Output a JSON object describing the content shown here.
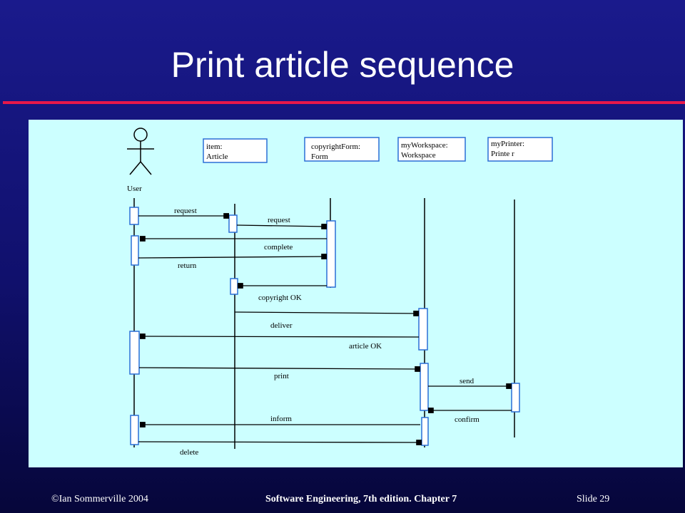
{
  "slide": {
    "title": "Print article sequence",
    "footer_left": "©Ian Sommerville 2004",
    "footer_center": "Software Engineering, 7th edition. Chapter 7",
    "footer_right": "Slide  29"
  },
  "colors": {
    "background": "#14147a",
    "rule": "#e8184a",
    "panel": "#ccffff",
    "activation": "#2a6fd6"
  },
  "diagram": {
    "actor": {
      "label": "User"
    },
    "objects": [
      {
        "line1": "item:",
        "line2": "Article"
      },
      {
        "line1": "copyrightForm:",
        "line2": "Form"
      },
      {
        "line1": "myWorkspace:",
        "line2": "Workspace"
      },
      {
        "line1": "myPrinter:",
        "line2": "Printe r"
      }
    ],
    "messages": [
      {
        "label": "request"
      },
      {
        "label": "request"
      },
      {
        "label": "complete"
      },
      {
        "label": "return"
      },
      {
        "label": "copyright OK"
      },
      {
        "label": "deliver"
      },
      {
        "label": "article OK"
      },
      {
        "label": "print"
      },
      {
        "label": "send"
      },
      {
        "label": "confirm"
      },
      {
        "label": "inform"
      },
      {
        "label": "delete"
      }
    ]
  }
}
